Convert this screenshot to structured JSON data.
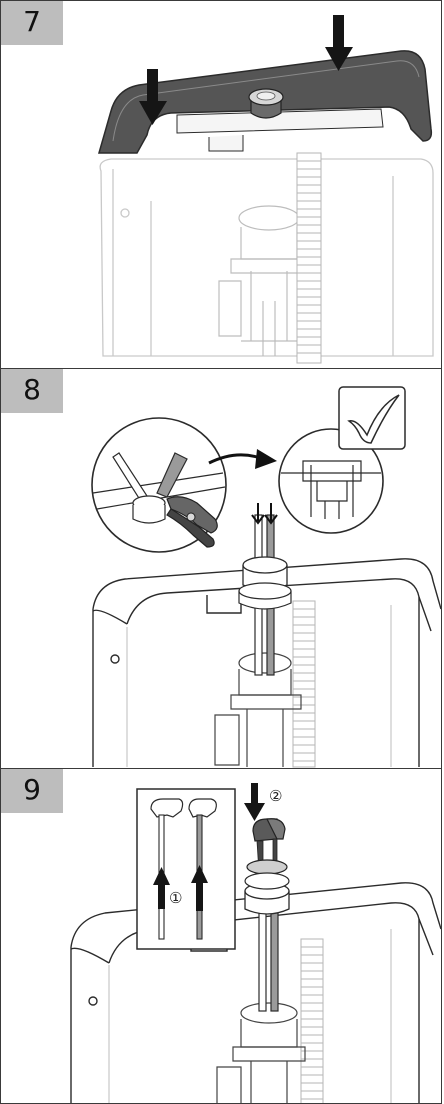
{
  "steps": [
    {
      "number": "7"
    },
    {
      "number": "8"
    },
    {
      "number": "9"
    }
  ],
  "callouts": {
    "lift_marker": "①",
    "press_marker": "②"
  },
  "icons": {
    "press_arrow": "down-arrow-icon",
    "lift_arrow": "up-arrow-icon",
    "confirm": "checkmark-icon"
  },
  "colors": {
    "lid_dark": "#555555",
    "outline": "#2b2b2b",
    "faint_line": "#c9c9c9",
    "step_box": "#bdbdbd"
  }
}
